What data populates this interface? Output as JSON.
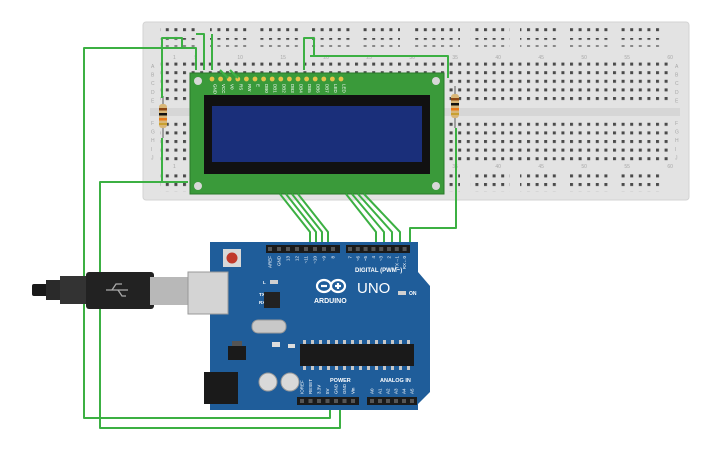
{
  "breadcrumb": [],
  "breadboard": {
    "column_numbers": [
      "1",
      "5",
      "10",
      "15",
      "20",
      "25",
      "30",
      "35",
      "40",
      "45",
      "50",
      "55",
      "60"
    ],
    "row_letters_top": [
      "A",
      "B",
      "C",
      "D",
      "E"
    ],
    "row_letters_bottom": [
      "F",
      "G",
      "H",
      "I",
      "J"
    ]
  },
  "lcd": {
    "pin_labels": [
      "GND",
      "VCC",
      "V0",
      "RS",
      "RW",
      "E",
      "DB0",
      "DB1",
      "DB2",
      "DB3",
      "DB4",
      "DB5",
      "DB6",
      "DB7",
      "LED",
      "LED"
    ],
    "screen_color": "#1a2f7a",
    "pcb_color": "#3a9a3a"
  },
  "arduino": {
    "board_color": "#1f5d9a",
    "brand": "ARDUINO",
    "model": "UNO",
    "on_label": "ON",
    "tx_label": "TX",
    "rx_label": "RX",
    "l_label": "L",
    "digital_label": "DIGITAL (PWM~)",
    "power_label": "POWER",
    "analog_label": "ANALOG IN",
    "top_header_labels": [
      "AREF",
      "GND",
      "13",
      "12",
      "~11",
      "~10",
      "~9",
      "8",
      "7",
      "~6",
      "~5",
      "4",
      "~3",
      "2",
      "TX→1",
      "RX←0"
    ],
    "power_header_labels": [
      "IOREF",
      "RESET",
      "3.3V",
      "5V",
      "GND",
      "GND",
      "Vin"
    ],
    "analog_header_labels": [
      "A0",
      "A1",
      "A2",
      "A3",
      "A4",
      "A5"
    ]
  },
  "wire_color": "#3cb043",
  "resistor_color": "#d8b677"
}
